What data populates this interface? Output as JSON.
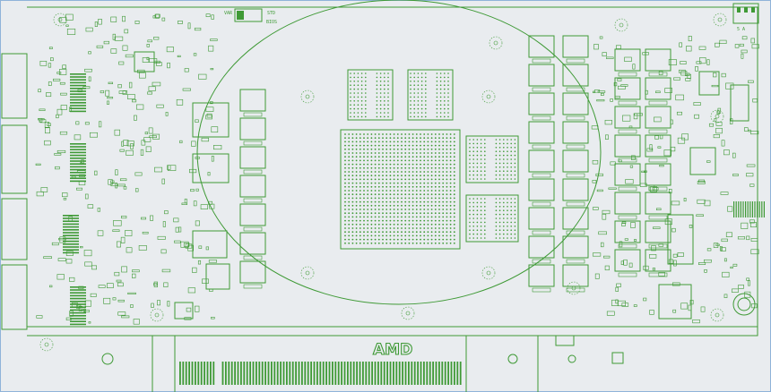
{
  "board": {
    "logo_text": "AMD",
    "silk_labels": {
      "var_switch_left": "VAR",
      "var_switch_right": "STD",
      "bios": "BIOS",
      "power_conn": "5 A"
    }
  },
  "colors": {
    "background": "#e9ecef",
    "silkscreen": "#3f9a36",
    "frame_edge": "#8fb3d9"
  }
}
